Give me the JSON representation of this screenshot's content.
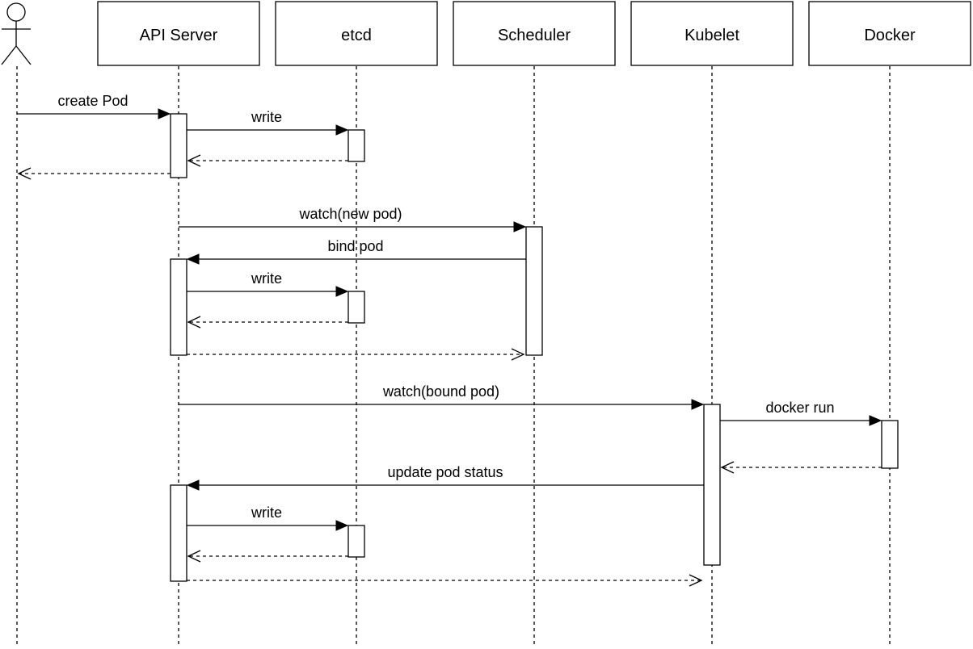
{
  "participants": [
    {
      "id": "user",
      "type": "actor",
      "label": ""
    },
    {
      "id": "api",
      "type": "box",
      "label": "API Server"
    },
    {
      "id": "etcd",
      "type": "box",
      "label": "etcd"
    },
    {
      "id": "scheduler",
      "type": "box",
      "label": "Scheduler"
    },
    {
      "id": "kubelet",
      "type": "box",
      "label": "Kubelet"
    },
    {
      "id": "docker",
      "type": "box",
      "label": "Docker"
    }
  ],
  "messages": [
    {
      "label": "create Pod",
      "from": "user",
      "to": "api",
      "kind": "sync"
    },
    {
      "label": "write",
      "from": "api",
      "to": "etcd",
      "kind": "sync"
    },
    {
      "label": "",
      "from": "etcd",
      "to": "api",
      "kind": "return"
    },
    {
      "label": "",
      "from": "api",
      "to": "user",
      "kind": "return"
    },
    {
      "label": "watch(new pod)",
      "from": "api",
      "to": "scheduler",
      "kind": "sync"
    },
    {
      "label": "bind pod",
      "from": "scheduler",
      "to": "api",
      "kind": "sync"
    },
    {
      "label": "write",
      "from": "api",
      "to": "etcd",
      "kind": "sync"
    },
    {
      "label": "",
      "from": "etcd",
      "to": "api",
      "kind": "return"
    },
    {
      "label": "",
      "from": "api",
      "to": "scheduler",
      "kind": "return"
    },
    {
      "label": "watch(bound pod)",
      "from": "api",
      "to": "kubelet",
      "kind": "sync"
    },
    {
      "label": "docker run",
      "from": "kubelet",
      "to": "docker",
      "kind": "sync"
    },
    {
      "label": "",
      "from": "docker",
      "to": "kubelet",
      "kind": "return"
    },
    {
      "label": "update pod status",
      "from": "kubelet",
      "to": "api",
      "kind": "sync"
    },
    {
      "label": "write",
      "from": "api",
      "to": "etcd",
      "kind": "sync"
    },
    {
      "label": "",
      "from": "etcd",
      "to": "api",
      "kind": "return"
    },
    {
      "label": "",
      "from": "api",
      "to": "kubelet",
      "kind": "return"
    }
  ]
}
